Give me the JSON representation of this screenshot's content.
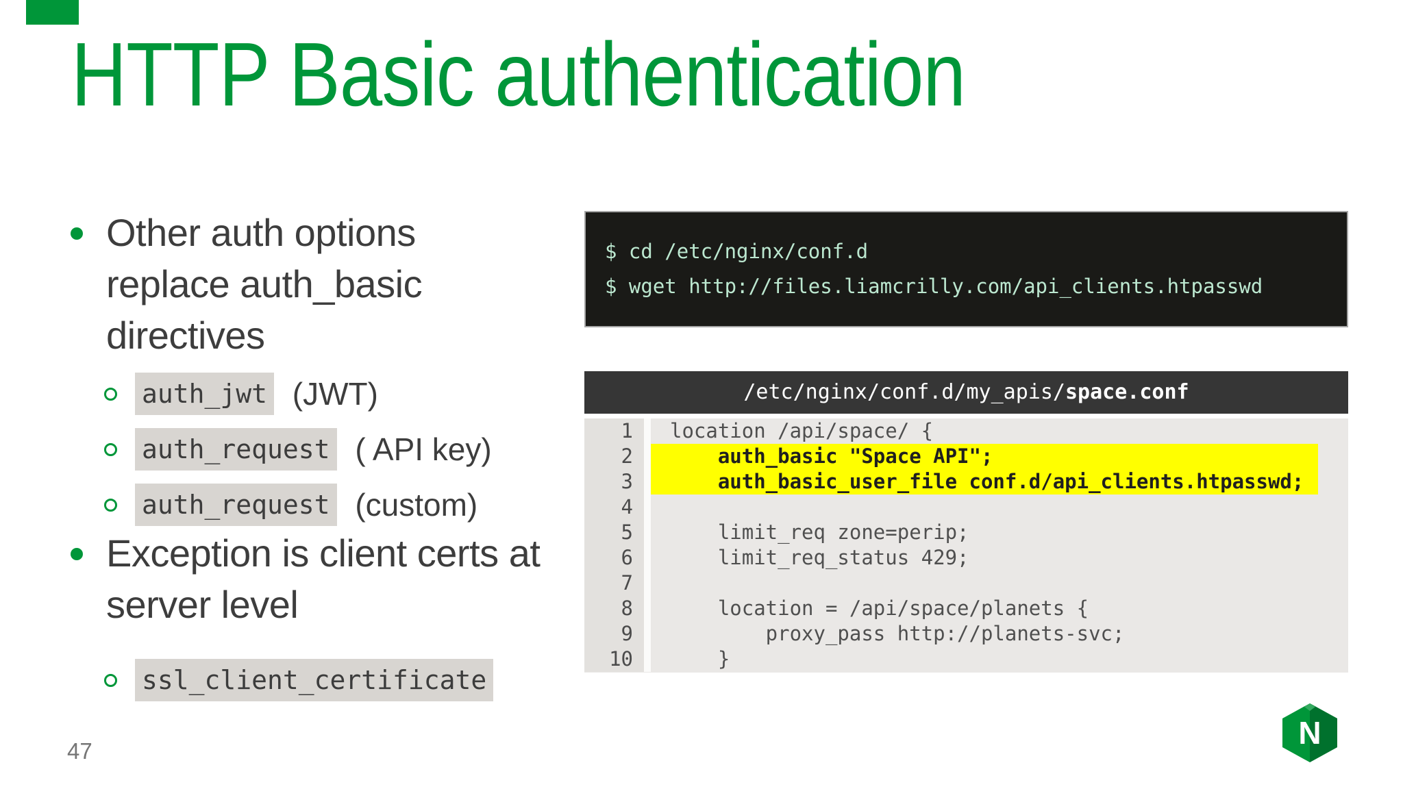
{
  "slide": {
    "title": "HTTP Basic authentication",
    "page_number": "47"
  },
  "bullets": [
    {
      "text": "Other auth options replace auth_basic directives",
      "subs": [
        {
          "code": "auth_jwt",
          "rest": " (JWT)"
        },
        {
          "code": "auth_request",
          "rest": " ( API key)"
        },
        {
          "code": "auth_request",
          "rest": " (custom)"
        }
      ]
    },
    {
      "text": "Exception is client certs at server level",
      "subs": [
        {
          "code": "ssl_client_certificate",
          "rest": ""
        }
      ]
    }
  ],
  "terminal": {
    "lines": [
      "$ cd /etc/nginx/conf.d",
      "$ wget http://files.liamcrilly.com/api_clients.htpasswd"
    ]
  },
  "config": {
    "header_path": "/etc/nginx/conf.d/my_apis/",
    "header_file": "space.conf",
    "lines": [
      {
        "num": "1",
        "text": "location /api/space/ {"
      },
      {
        "num": "2",
        "text": "    auth_basic \"Space API\";"
      },
      {
        "num": "3",
        "text": "    auth_basic_user_file conf.d/api_clients.htpasswd;"
      },
      {
        "num": "4",
        "text": ""
      },
      {
        "num": "5",
        "text": "    limit_req zone=perip;"
      },
      {
        "num": "6",
        "text": "    limit_req_status 429;"
      },
      {
        "num": "7",
        "text": ""
      },
      {
        "num": "8",
        "text": "    location = /api/space/planets {"
      },
      {
        "num": "9",
        "text": "        proxy_pass http://planets-svc;"
      },
      {
        "num": "10",
        "text": "    }"
      }
    ]
  },
  "icons": {
    "nginx_logo": "nginx-logo",
    "logo_letter": "N"
  },
  "colors": {
    "accent_green": "#009639",
    "highlight_yellow": "#ffff00",
    "terminal_bg": "#1a1a17",
    "terminal_text": "#bce8d0",
    "header_bg": "#363636",
    "code_bg": "#eae8e6",
    "gutter_bg": "#e3e1de",
    "chip_bg": "#d8d5d1"
  }
}
